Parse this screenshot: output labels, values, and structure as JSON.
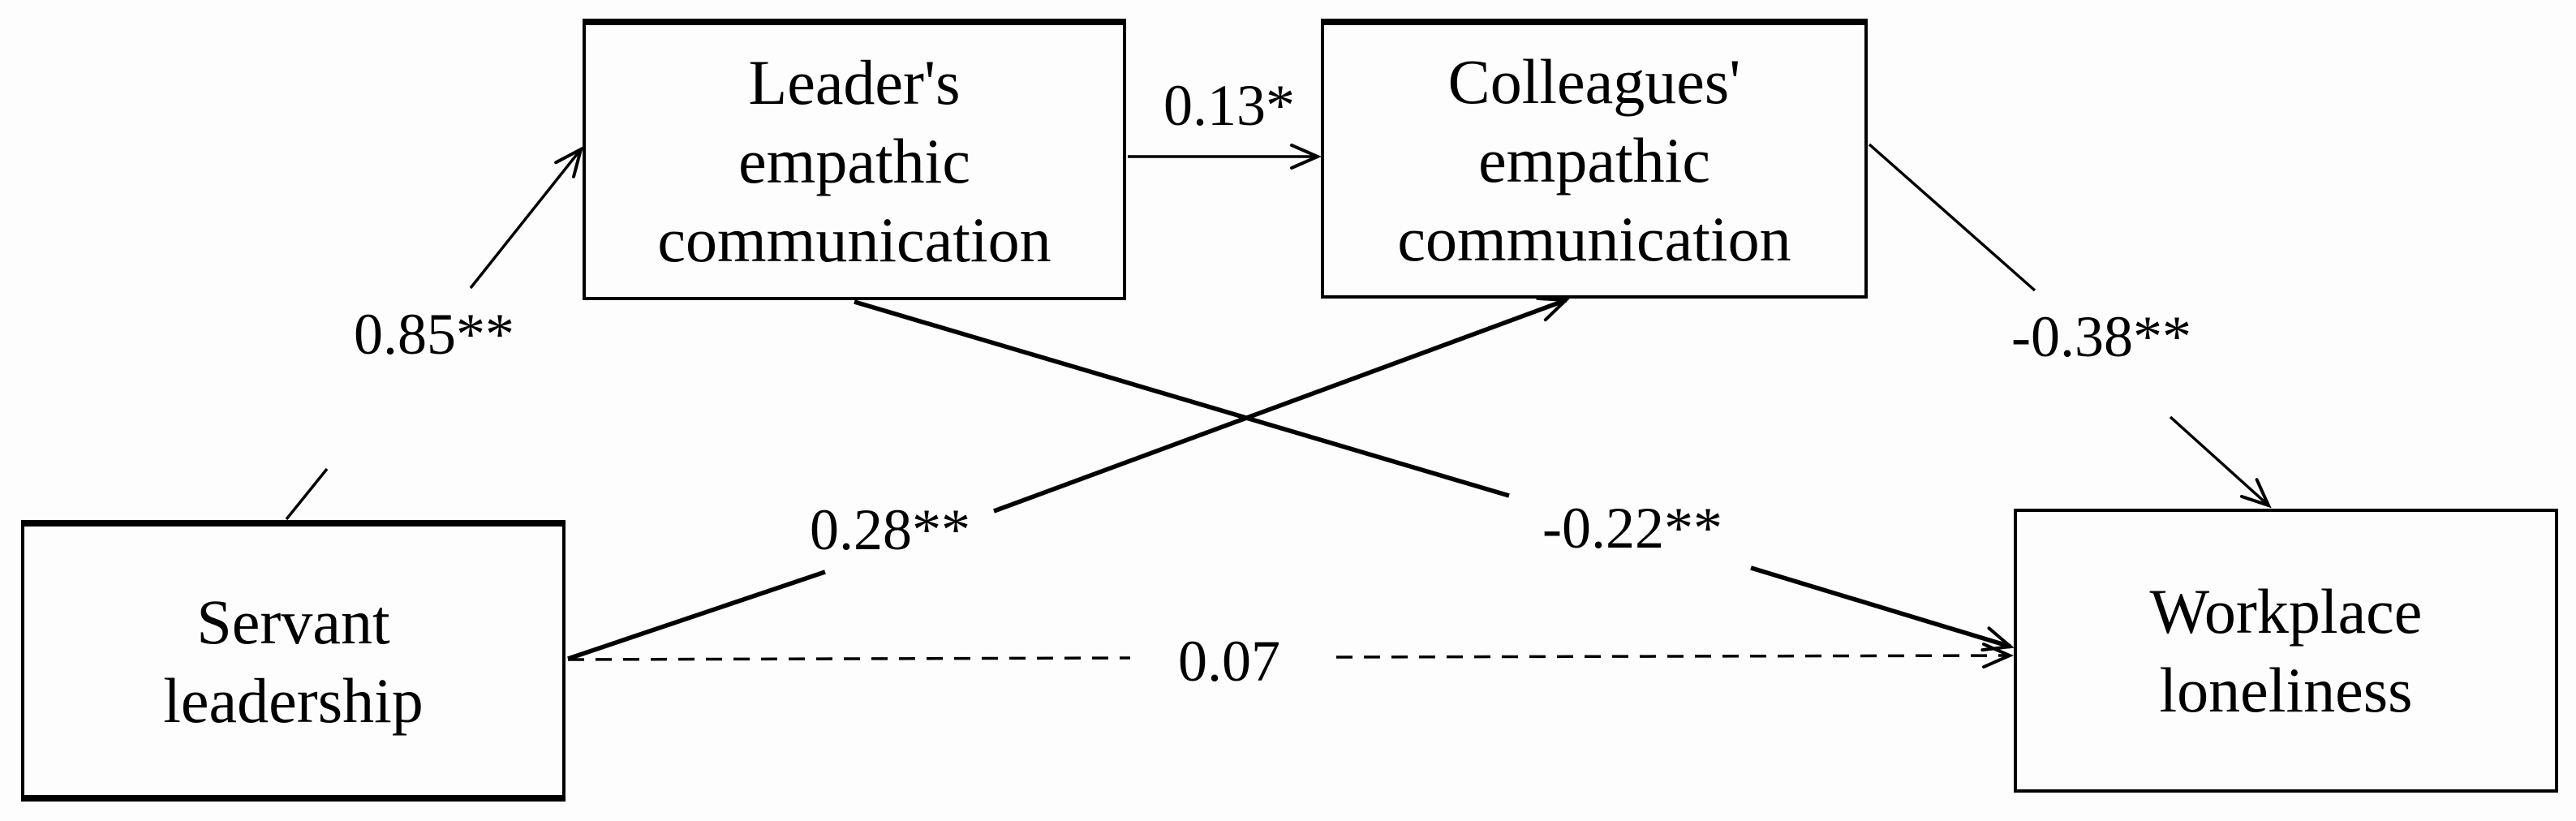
{
  "figure": {
    "background": "#fdfdfd",
    "ink": "#000000",
    "type": "path-model-diagram"
  },
  "nodes": [
    {
      "id": "servant-leadership",
      "label": "Servant\nleadership"
    },
    {
      "id": "leaders-empathic-communication",
      "label": "Leader's\nempathic\ncommunication"
    },
    {
      "id": "colleagues-empathic-communication",
      "label": "Colleagues'\nempathic\ncommunication"
    },
    {
      "id": "workplace-loneliness",
      "label": "Workplace\nloneliness"
    }
  ],
  "paths": [
    {
      "id": "servant-to-leader",
      "from": "Servant leadership",
      "to": "Leader's empathic communication",
      "coefficient": "0.85**",
      "line": "solid"
    },
    {
      "id": "leader-to-colleagues",
      "from": "Leader's empathic communication",
      "to": "Colleagues' empathic communication",
      "coefficient": "0.13*",
      "line": "solid"
    },
    {
      "id": "servant-to-colleagues",
      "from": "Servant leadership",
      "to": "Colleagues' empathic communication",
      "coefficient": "0.28**",
      "line": "solid"
    },
    {
      "id": "leader-to-loneliness",
      "from": "Leader's empathic communication",
      "to": "Workplace loneliness",
      "coefficient": "-0.22**",
      "line": "solid"
    },
    {
      "id": "colleagues-to-loneliness",
      "from": "Colleagues' empathic communication",
      "to": "Workplace loneliness",
      "coefficient": "-0.38**",
      "line": "solid"
    },
    {
      "id": "servant-to-loneliness",
      "from": "Servant leadership",
      "to": "Workplace loneliness",
      "coefficient": "0.07",
      "line": "dashed"
    }
  ]
}
